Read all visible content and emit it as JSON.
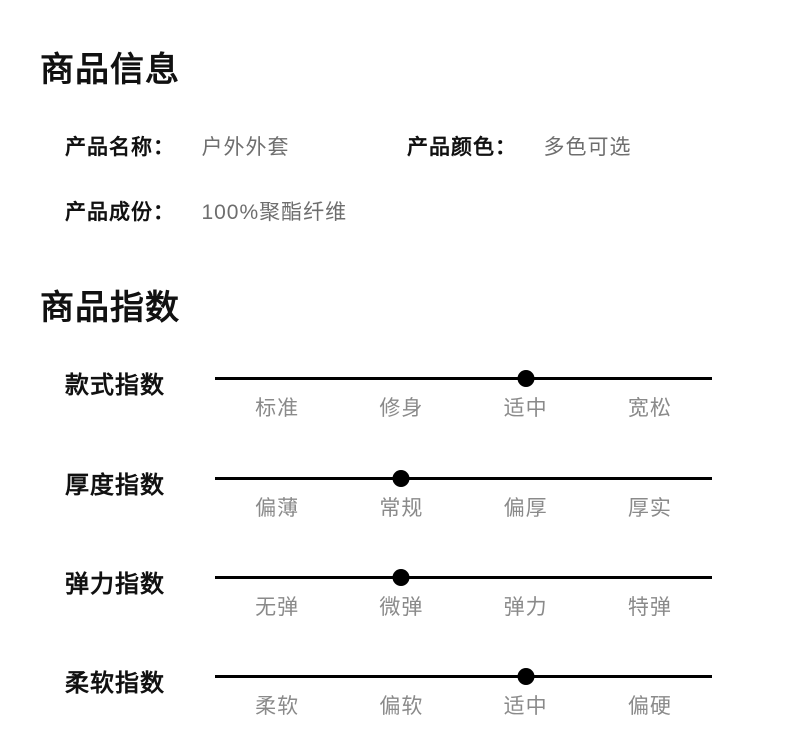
{
  "colors": {
    "background": "#ffffff",
    "text_primary": "#111111",
    "text_secondary": "#6e6e6e",
    "option_label": "#8a8a8a",
    "track": "#000000",
    "dot": "#000000"
  },
  "product_info": {
    "title": "商品信息",
    "fields": [
      {
        "label": "产品名称：",
        "value": "户外外套"
      },
      {
        "label": "产品颜色：",
        "value": "多色可选"
      },
      {
        "label": "产品成份：",
        "value": "100%聚酯纤维"
      }
    ]
  },
  "product_index": {
    "title": "商品指数",
    "scales": [
      {
        "label": "款式指数",
        "options": [
          "标准",
          "修身",
          "适中",
          "宽松"
        ],
        "selected_index": 2,
        "selected": "适中"
      },
      {
        "label": "厚度指数",
        "options": [
          "偏薄",
          "常规",
          "偏厚",
          "厚实"
        ],
        "selected_index": 1,
        "selected": "常规"
      },
      {
        "label": "弹力指数",
        "options": [
          "无弹",
          "微弹",
          "弹力",
          "特弹"
        ],
        "selected_index": 1,
        "selected": "微弹"
      },
      {
        "label": "柔软指数",
        "options": [
          "柔软",
          "偏软",
          "适中",
          "偏硬"
        ],
        "selected_index": 2,
        "selected": "适中"
      }
    ]
  }
}
